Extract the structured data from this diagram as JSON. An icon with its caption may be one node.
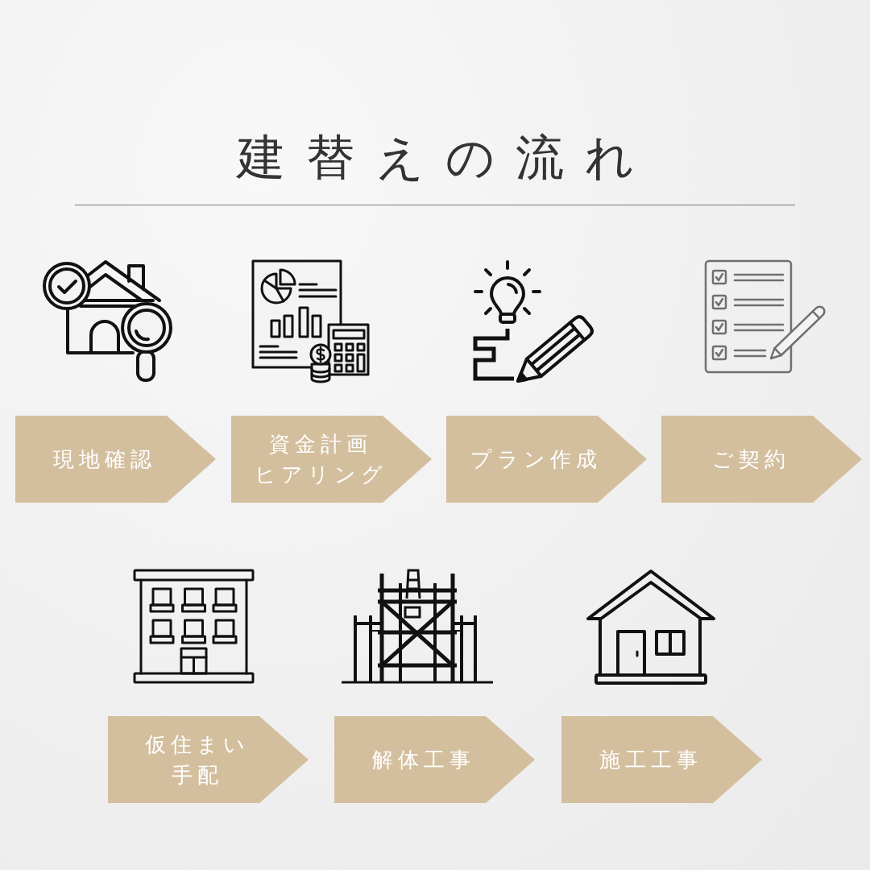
{
  "diagram": {
    "title": "建替えの流れ",
    "nodes": [
      {
        "text": [
          "現地確認"
        ]
      },
      {
        "text": [
          "資金計画ヒアリング"
        ]
      },
      {
        "text": [
          "プラン作成"
        ]
      },
      {
        "text": [
          "ご契約"
        ]
      },
      {
        "text": [
          "仮住まい手配"
        ]
      },
      {
        "text": [
          "解体工事"
        ]
      },
      {
        "text": [
          "施工工事"
        ]
      }
    ]
  }
}
